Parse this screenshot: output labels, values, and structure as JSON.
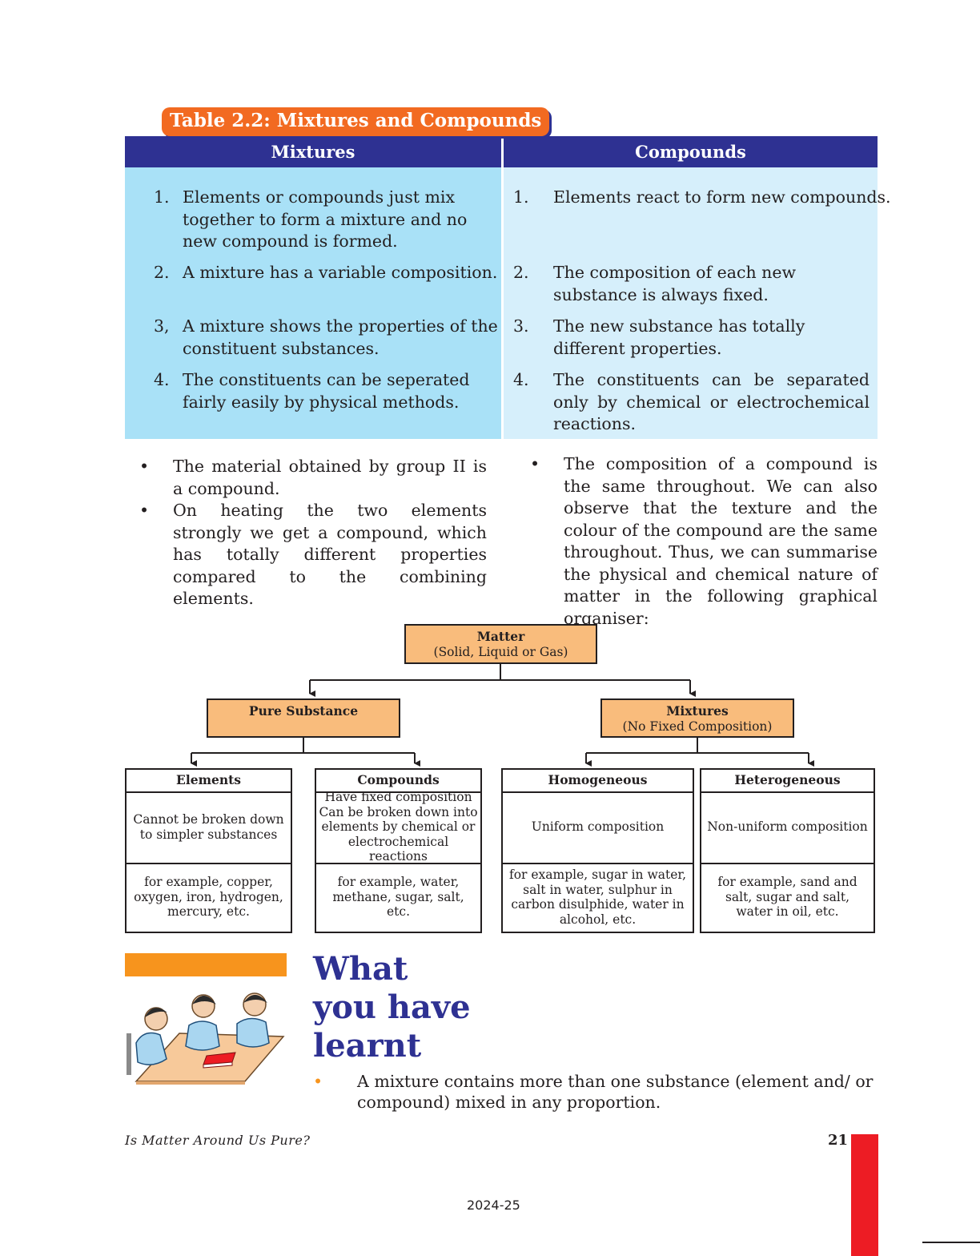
{
  "table": {
    "caption": "Table 2.2: Mixtures and Compounds",
    "headers": [
      "Mixtures",
      "Compounds"
    ],
    "mixtures": [
      {
        "num": "1.",
        "text": "Elements or compounds just mix together to form a mixture and no new compound is formed."
      },
      {
        "num": "2.",
        "text": "A mixture has a variable composition."
      },
      {
        "num": "3,",
        "text": "A mixture shows the properties of the constituent substances."
      },
      {
        "num": "4.",
        "text": "The constituents can be seperated fairly easily by physical methods."
      }
    ],
    "compounds": [
      {
        "num": "1.",
        "text": "Elements react to form new compounds."
      },
      {
        "num": "2.",
        "text": "The composition of each new substance is always fixed."
      },
      {
        "num": "3.",
        "text": "The new substance has totally different properties."
      },
      {
        "num": "4.",
        "text": "The constituents can be separated only by chemical or electrochemical reactions."
      }
    ]
  },
  "bullets_left": [
    "The material obtained by group II is a compound.",
    "On heating the two elements strongly we get a compound, which has totally different properties compared to the combining elements."
  ],
  "bullets_right": [
    "The composition of a compound is the same throughout. We can also observe that the texture and the colour of the compound are the same throughout. Thus, we can summarise the physical and chemical nature of matter in the following graphical organiser:"
  ],
  "organiser": {
    "root": {
      "title": "Matter",
      "subtitle": "(Solid, Liquid or Gas)"
    },
    "pure": {
      "title": "Pure Substance"
    },
    "mixtures": {
      "title": "Mixtures",
      "subtitle": "(No Fixed Composition)"
    },
    "leaves": [
      {
        "title": "Elements",
        "desc": "Cannot be broken down to simpler substances",
        "example": "for example, copper, oxygen, iron, hydrogen, mercury, etc."
      },
      {
        "title": "Compounds",
        "desc": "Have fixed composition Can be broken down into elements by chemical  or electrochemical reactions",
        "example": "for example, water, methane, sugar, salt, etc."
      },
      {
        "title": "Homogeneous",
        "desc": "Uniform composition",
        "example": "for example, sugar in water, salt in water, sulphur in carbon disulphide, water in alcohol, etc."
      },
      {
        "title": "Heterogeneous",
        "desc": "Non-uniform composition",
        "example": "for example, sand and salt, sugar and salt, water in oil, etc."
      }
    ]
  },
  "learnt": {
    "heading_lines": [
      "What",
      "you have",
      "learnt"
    ],
    "items": [
      "A mixture contains more than one substance (element and/ or compound) mixed in any proportion."
    ]
  },
  "footer": {
    "chapter_title": "Is Matter Around Us Pure?",
    "page_number": "21",
    "year": "2024-25"
  },
  "colors": {
    "table_header": "#2e3192",
    "mixtures_column": "#a9e1f7",
    "compounds_column": "#d6effb",
    "caption": "#f26a21",
    "organiser_box": "#f9bc7c",
    "heading": "#2e3192",
    "side_tab": "#ed1c24"
  }
}
